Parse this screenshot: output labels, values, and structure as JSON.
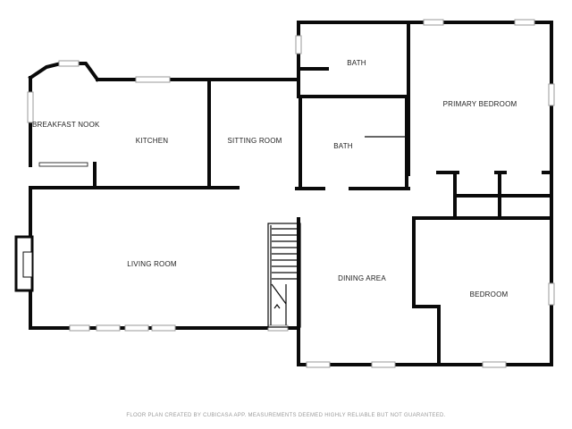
{
  "rooms": {
    "bath_top": "BATH",
    "primary_bedroom": "PRIMARY BEDROOM",
    "breakfast_nook": "BREAKFAST NOOK",
    "kitchen": "KITCHEN",
    "sitting_room": "SITTING ROOM",
    "bath_mid": "BATH",
    "living_room": "LIVING ROOM",
    "dining_area": "DINING AREA",
    "bedroom": "BEDROOM"
  },
  "footer": "FLOOR PLAN CREATED BY CUBICASA APP. MEASUREMENTS DEEMED HIGHLY RELIABLE BUT NOT GUARANTEED.",
  "colors": {
    "wall": "#0a0a0a",
    "window": "#9a9a9a",
    "footer_text": "#9a9a9a"
  }
}
